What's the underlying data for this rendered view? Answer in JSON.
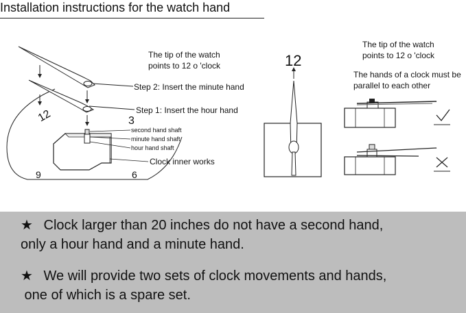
{
  "title": "Installation instructions for the watch hand",
  "left_diagram": {
    "step2": "Step 2: Insert the minute hand",
    "step1": "Step 1: Insert the hour hand",
    "tip_note_line1": "The tip of the watch",
    "tip_note_line2": "points to 12 o 'clock",
    "parts": [
      "second hand shaft",
      "minute hand shaft",
      "hour hand shaft"
    ],
    "inner_works": "Clock inner works",
    "dial_numbers": {
      "twelve": "12",
      "three": "3",
      "six": "6",
      "nine": "9"
    }
  },
  "middle_diagram": {
    "number": "12"
  },
  "right_diagram": {
    "tip_note_line1": "The tip of the watch",
    "tip_note_line2": "points to 12 o 'clock",
    "parallel_line1": "The hands of a clock must be",
    "parallel_line2": "parallel to each other",
    "correct_icon": "check-mark-icon",
    "wrong_icon": "cross-mark-icon"
  },
  "notes": [
    {
      "star": "★",
      "line1": "Clock larger than 20 inches do not have a second hand,",
      "line2": "only a hour hand and a minute hand."
    },
    {
      "star": "★",
      "line1": "We will provide two sets of clock movements and hands,",
      "line2": " one of which is a spare set."
    }
  ],
  "colors": {
    "note_background": "#bdbdbd",
    "ink": "#111111"
  }
}
